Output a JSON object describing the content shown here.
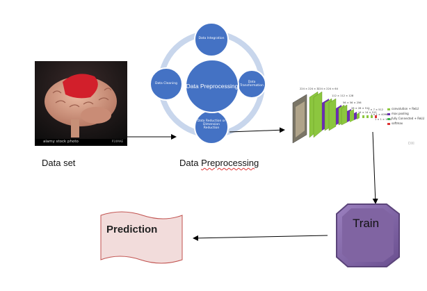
{
  "diagram": {
    "dataset": {
      "label": "Data set",
      "stock_text": "alamy stock photo",
      "stock_id": "P1XMAE"
    },
    "preprocessing": {
      "center_label": "Data Preprocessing",
      "steps": [
        "Data Integration",
        "Data Transformation",
        "Data Reduction or Dimension Reduction",
        "Data Cleaning"
      ],
      "caption_prefix": "Data ",
      "caption_underlined": "Preprocessing"
    },
    "cnn": {
      "layer_dims": [
        "224 × 224 × 3",
        "224 × 224 × 64",
        "112 × 112 × 128",
        "56 × 56 × 256",
        "28 × 28 × 512",
        "14 × 14 × 512",
        "7 × 7 × 512",
        "1 × 1 × 4096",
        "1 × 1 × 1000"
      ],
      "legend": [
        "convolution + ReLU",
        "max pooling",
        "fully Connected + ReLU",
        "softmax"
      ],
      "watermark": "DXI"
    },
    "train": {
      "label": "Train"
    },
    "prediction": {
      "label": "Prediction"
    },
    "colors": {
      "ring": "#c8d6ec",
      "circle": "#4472c4",
      "train_fill": "#8064a2",
      "prediction_fill": "#f2dcdb",
      "prediction_stroke": "#c0504d",
      "cnn_conv": "#8cc63f",
      "cnn_pool": "#6a2bb3"
    }
  }
}
